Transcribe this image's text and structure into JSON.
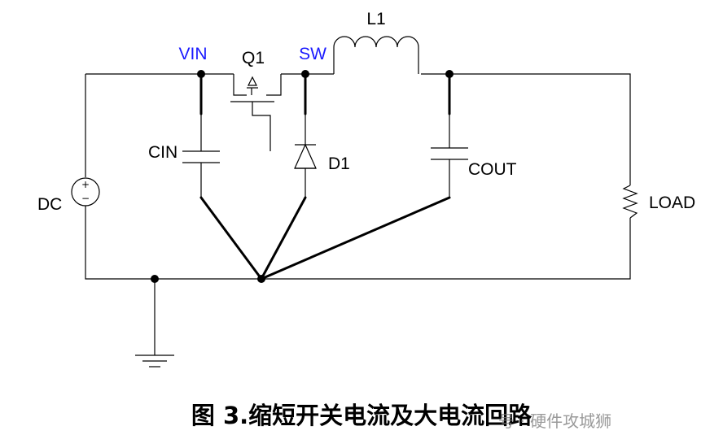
{
  "colors": {
    "wire": "#000000",
    "net_label": "#1a1aff",
    "background": "#ffffff"
  },
  "labels": {
    "vin": "VIN",
    "sw": "SW",
    "q1": "Q1",
    "l1": "L1",
    "cin": "CIN",
    "d1": "D1",
    "cout": "COUT",
    "dc": "DC",
    "load": "LOAD",
    "dc_plus": "+",
    "dc_minus": "−"
  },
  "caption": "图 3.缩短开关电流及大电流回路",
  "watermark": "号 · 硬件攻城狮"
}
